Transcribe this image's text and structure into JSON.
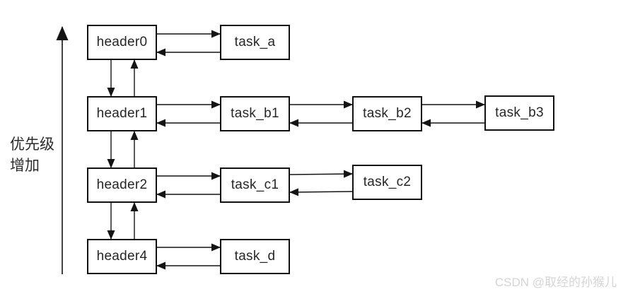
{
  "axis": {
    "label_line1": "优先级",
    "label_line2": "增加"
  },
  "nodes": {
    "header0": {
      "label": "header0"
    },
    "header1": {
      "label": "header1"
    },
    "header2": {
      "label": "header2"
    },
    "header4": {
      "label": "header4"
    },
    "task_a": {
      "label": "task_a"
    },
    "task_b1": {
      "label": "task_b1"
    },
    "task_b2": {
      "label": "task_b2"
    },
    "task_b3": {
      "label": "task_b3"
    },
    "task_c1": {
      "label": "task_c1"
    },
    "task_c2": {
      "label": "task_c2"
    },
    "task_d": {
      "label": "task_d"
    }
  },
  "edges": [
    {
      "from": "header0",
      "to": "header1",
      "type": "doubly-linked-vertical"
    },
    {
      "from": "header1",
      "to": "header2",
      "type": "doubly-linked-vertical"
    },
    {
      "from": "header2",
      "to": "header4",
      "type": "doubly-linked-vertical"
    },
    {
      "from": "header0",
      "to": "task_a",
      "type": "doubly-linked-horizontal"
    },
    {
      "from": "header1",
      "to": "task_b1",
      "type": "doubly-linked-horizontal"
    },
    {
      "from": "task_b1",
      "to": "task_b2",
      "type": "doubly-linked-horizontal"
    },
    {
      "from": "task_b2",
      "to": "task_b3",
      "type": "doubly-linked-horizontal"
    },
    {
      "from": "header2",
      "to": "task_c1",
      "type": "doubly-linked-horizontal"
    },
    {
      "from": "task_c1",
      "to": "task_c2",
      "type": "doubly-linked-horizontal"
    },
    {
      "from": "header4",
      "to": "task_d",
      "type": "doubly-linked-horizontal"
    }
  ],
  "watermark": {
    "text": "CSDN @取经的孙猴儿"
  },
  "colors": {
    "line": "#141414",
    "box_border": "#111111",
    "text": "#262626",
    "watermark": "#d5d5d5",
    "background": "#ffffff"
  }
}
